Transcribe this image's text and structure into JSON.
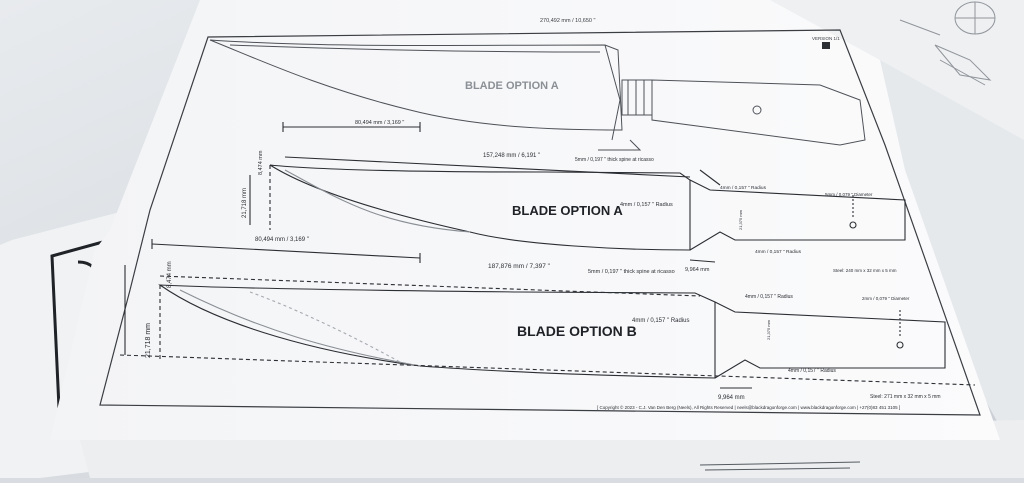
{
  "top_sheet": {
    "top_dimension": "270,492 mm / 10,650 \"",
    "corner_label": "VERSION 1/1",
    "option_a_faint_title": "BLADE OPTION A",
    "option_a": {
      "title": "BLADE OPTION A",
      "overall_length": "157,248 mm / 6,191 \"",
      "spine_length": "80,494 mm / 3,169 \"",
      "height": "21,718 mm",
      "spine_height": "8,474 mm",
      "spine_note": "5mm / 0,197 \" thick spine at ricasso",
      "ricasso_radius": "4mm / 0,157 \" Radius",
      "guard_radius_top": "4mm / 0,157 \" Radius",
      "guard_radius_bottom": "4mm / 0,157 \" Radius",
      "diameter_note": "5mm / 0,079 \" Diameter",
      "tang_height": "21,375 mm",
      "ricasso_length": "9,964 mm",
      "steel_note": "Steel: 240 mm x 32 mm x 5 mm"
    },
    "option_b": {
      "title": "BLADE OPTION B",
      "overall_length": "187,876 mm / 7,397 \"",
      "spine_length": "80,494 mm / 3,169 \"",
      "height": "21,718 mm",
      "spine_height": "8,474 mm",
      "spine_note": "5mm / 0,197 \" thick spine at ricasso",
      "ricasso_radius": "4mm / 0,157 \" Radius",
      "guard_radius_top": "4mm / 0,157 \" Radius",
      "guard_radius_bottom": "4mm / 0,157 \" Radius",
      "diameter_note": "2mm / 0,079 \" Diameter",
      "tang_height": "21,375 mm",
      "ricasso_length": "9,964 mm",
      "steel_note": "Steel: 271 mm x 32 mm x 5 mm"
    },
    "footer": "[ Copyright © 2023 - C.J. Van Den Berg (Neels), All Rights Reserved | neels@blackdragonforge.com | www.blackdragonforge.com | +27(0)83 451 3105 ]"
  },
  "colors": {
    "background": "#d9dde2",
    "paper": "#f7f8f9",
    "ink": "#2b2e33"
  }
}
